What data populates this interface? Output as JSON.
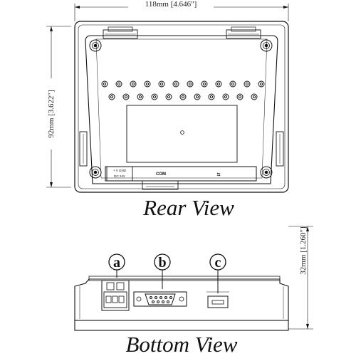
{
  "rear_view": {
    "title": "Rear View",
    "width_dimension": "118mm [4.646\"]",
    "height_dimension": "92mm [3.622\"]",
    "com_label": "COM",
    "usb_label": "⮀",
    "power_label_top": "+ V GND",
    "power_label_bottom": "DC 24V"
  },
  "bottom_view": {
    "title": "Bottom View",
    "depth_dimension": "32mm [1.260\"]",
    "markers": [
      {
        "letter": "a",
        "target": "power-terminal"
      },
      {
        "letter": "b",
        "target": "serial-port"
      },
      {
        "letter": "c",
        "target": "usb-port"
      }
    ]
  }
}
